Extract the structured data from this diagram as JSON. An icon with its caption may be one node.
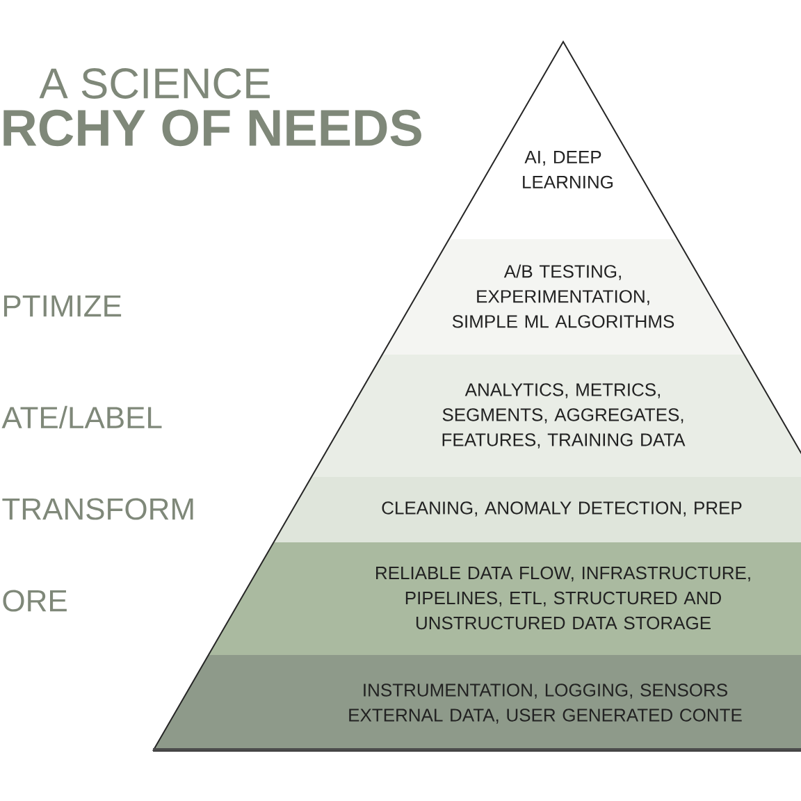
{
  "diagram": {
    "nodes": [
      {
        "text": [
          "AI, DEEP LEARNING"
        ]
      },
      {
        "text": [
          "A/B TESTING, EXPERIMENTATION, SIMPLE ML ALGORITHMS"
        ]
      },
      {
        "text": [
          "ANALYTICS, METRICS, SEGMENTS, AGGREGATES, FEATURES, TRAINING DATA"
        ]
      },
      {
        "text": [
          "CLEANING, ANOMALY DETECTION, PREP"
        ]
      },
      {
        "text": [
          "RELIABLE DATA FLOW, INFRASTRUCTURE, PIPELINES, ETL, STRUCTURED AND UNSTRUCTURED DATA STORAGE"
        ]
      },
      {
        "text": [
          "INSTRUMENTATION, LOGGING, SENSORS EXTERNAL DATA, USER GENERATED CONTE"
        ]
      }
    ],
    "edges": [],
    "labels": [
      "A SCIENCE",
      "RCHY OF NEEDS",
      "PTIMIZE",
      "ATE/LABEL",
      "TRANSFORM",
      "ORE"
    ]
  }
}
